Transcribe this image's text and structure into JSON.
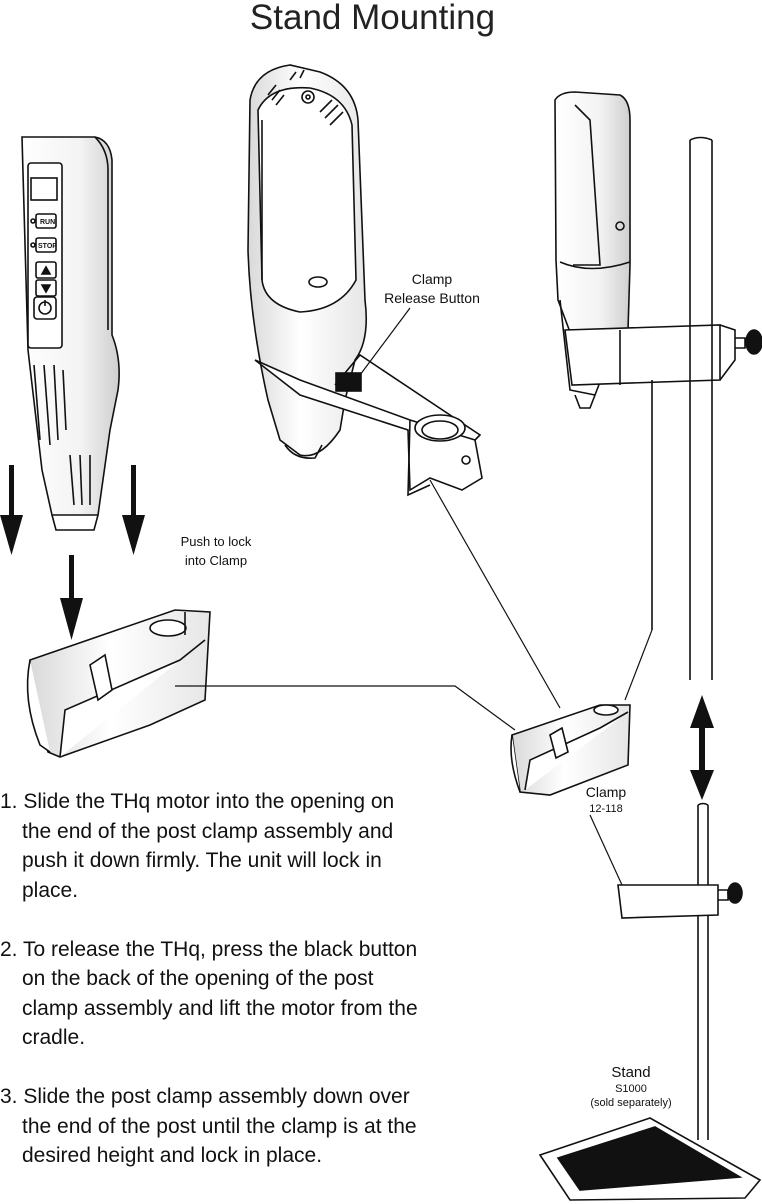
{
  "title": "Stand Mounting",
  "labels": {
    "clamp_release": [
      "Clamp",
      "Release Button"
    ],
    "push_to_lock": [
      "Push to lock",
      "into Clamp"
    ],
    "clamp": "Clamp",
    "clamp_part": "12-118",
    "stand": "Stand",
    "stand_part": "S1000",
    "stand_note": "(sold separately)"
  },
  "device_buttons": {
    "run": "RUN",
    "stop": "STOP"
  },
  "instructions": [
    "1. Slide the THq motor into the opening on the end of the post clamp assembly and push it down firmly. The unit will lock in place.",
    "2. To release the THq, press the black button on the back of the opening of the post clamp assembly and lift the motor from the cradle.",
    "3. Slide the post clamp assembly down over the end of the post until the clamp is at the desired height and lock in place."
  ],
  "icons": [
    "arrow-down-icon",
    "double-arrow-icon",
    "power-icon",
    "up-arrow-key-icon",
    "down-arrow-key-icon"
  ]
}
